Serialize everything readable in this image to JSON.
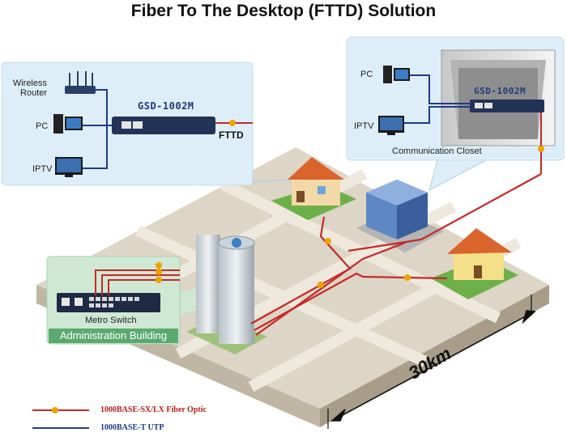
{
  "title": "Fiber To The Desktop (FTTD) Solution",
  "left_panel": {
    "devices": [
      "Wireless\nRouter",
      "PC",
      "IPTV"
    ],
    "device_lines": [
      [
        "Wireless",
        "Router"
      ],
      [
        "PC"
      ],
      [
        "IPTV"
      ]
    ],
    "switch_model": "GSD-1002M",
    "link_label": "FTTD"
  },
  "right_panel": {
    "devices": [
      "PC",
      "IPTV"
    ],
    "switch_model": "GSD-1002M",
    "caption": "Communication Closet"
  },
  "admin": {
    "switch_label": "Metro Switch",
    "building_label": "Administration Building"
  },
  "distance_label": "30km",
  "legend": [
    {
      "text": "1000BASE-SX/LX Fiber Optic",
      "color": "#b71c1c"
    },
    {
      "text": "1000BASE-T UTP",
      "color": "#1f3a8a"
    }
  ],
  "colors": {
    "fiber": "#c62828",
    "utp": "#1f3a8a",
    "panel": "#ddeef8",
    "ground": "#dcd4c4",
    "admin_panel": "#cfe8d4"
  }
}
